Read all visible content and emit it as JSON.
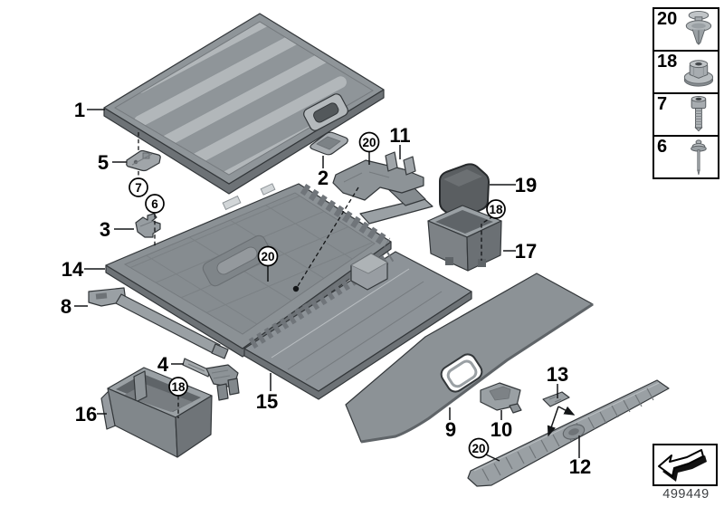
{
  "figure": {
    "type": "exploded-parts-diagram",
    "subject": "trunk floor trim / storage trays with fasteners"
  },
  "labels": [
    "1",
    "5",
    "3",
    "14",
    "8",
    "4",
    "16",
    "15",
    "2",
    "11",
    "19",
    "17",
    "9",
    "10",
    "13",
    "12"
  ],
  "callouts": [
    "7",
    "6",
    "18",
    "20",
    "20",
    "18",
    "20"
  ],
  "legend": {
    "items": [
      {
        "number": "20",
        "icon": "expanding-rivet-icon"
      },
      {
        "number": "18",
        "icon": "flange-nut-icon"
      },
      {
        "number": "7",
        "icon": "socket-head-screw-icon"
      },
      {
        "number": "6",
        "icon": "blind-rivet-icon"
      }
    ]
  },
  "footer": {
    "doc_number": "499449",
    "arrow_icon": "direction-of-travel-arrow-icon"
  },
  "colors": {
    "background": "#ffffff",
    "part_top": "#8f9599",
    "part_mid": "#8d9397",
    "part_side": "#6f7478",
    "part_light": "#b2b7ba",
    "interior_dark": "#5f6468",
    "foam_block": "#5a5e61",
    "outline": "#33373a",
    "label": "#000000",
    "doc_number_text": "#3d4043"
  }
}
